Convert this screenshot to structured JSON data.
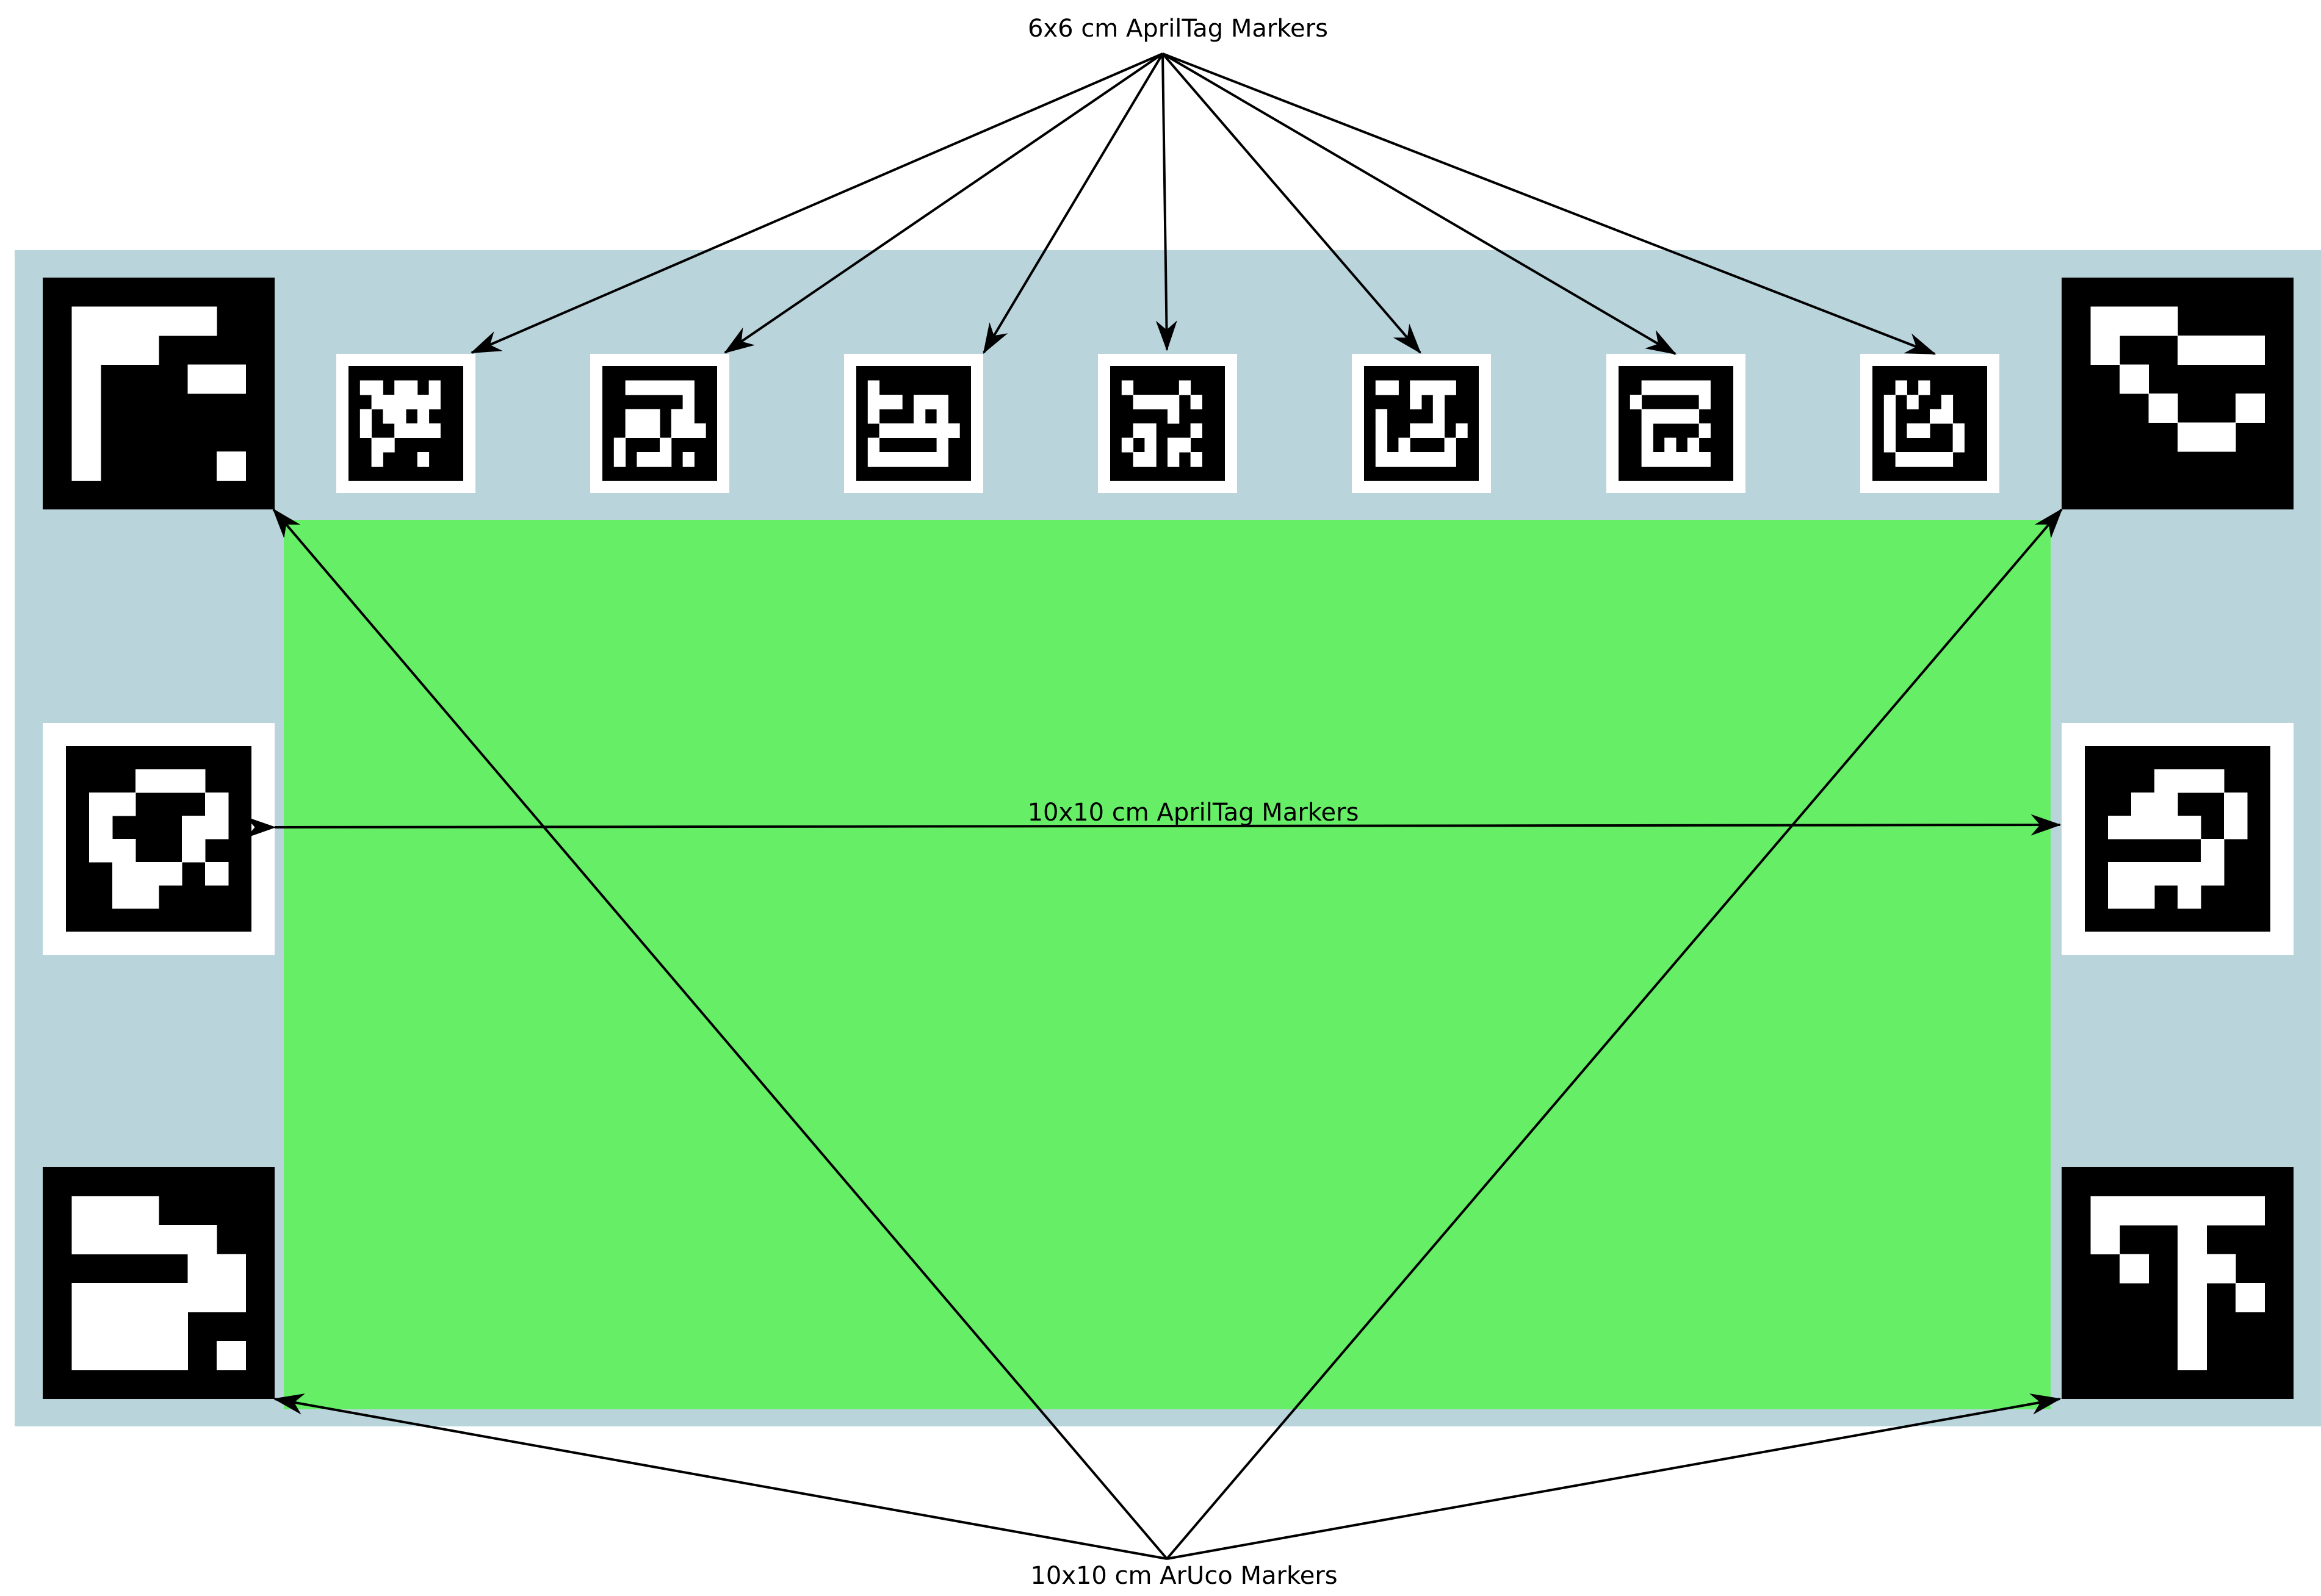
{
  "labels": {
    "top": "6x6 cm AprilTag Markers",
    "middle": "10x10 cm AprilTag Markers",
    "bottom": "10x10 cm ArUco Markers"
  },
  "colors": {
    "board": "#bad4dc",
    "field": "#66ee66",
    "marker_dark": "#000000",
    "marker_light": "#ffffff",
    "arrow": "#000000"
  },
  "markers": {
    "aruco": [
      {
        "id": "aruco-top-left",
        "grid": [
          "00000000",
          "01111100",
          "01110000",
          "01000110",
          "01000000",
          "01000000",
          "01000010",
          "00000000"
        ]
      },
      {
        "id": "aruco-top-right",
        "grid": [
          "00000000",
          "01110000",
          "01001110",
          "00100000",
          "00010010",
          "00001100",
          "00000000",
          "00000000"
        ]
      },
      {
        "id": "aruco-bottom-left",
        "grid": [
          "00000000",
          "01110000",
          "01111100",
          "00000110",
          "01111110",
          "01111000",
          "01111010",
          "00000000"
        ]
      },
      {
        "id": "aruco-bottom-right",
        "grid": [
          "00000000",
          "01111110",
          "01001000",
          "00101100",
          "00001010",
          "00001000",
          "00001000",
          "00000000"
        ]
      }
    ],
    "apriltag_large": [
      {
        "id": "apriltag-large-left",
        "grid": [
          "00000000",
          "00011100",
          "01100010",
          "01000110",
          "01100100",
          "00111010",
          "00110000",
          "00000000"
        ]
      },
      {
        "id": "apriltag-large-right",
        "grid": [
          "00000000",
          "00011100",
          "00110010",
          "01111010",
          "00000100",
          "01111100",
          "01101000",
          "00000000"
        ]
      }
    ],
    "apriltag_small": [
      {
        "id": "apriltag-small-1",
        "grid": [
          "0000000000",
          "0110110100",
          "0011111100",
          "0101101000",
          "0100111100",
          "0011000000",
          "0010001000",
          "0000000000"
        ]
      },
      {
        "id": "apriltag-small-2",
        "grid": [
          "0000000000",
          "0011111100",
          "0000000100",
          "0011101100",
          "0011101110",
          "0100010000",
          "0101110100",
          "0000000000"
        ]
      },
      {
        "id": "apriltag-small-3",
        "grid": [
          "0000000000",
          "0100000000",
          "0111011100",
          "0100010100",
          "0011111110",
          "0100000100",
          "0111111100",
          "0000000000"
        ]
      },
      {
        "id": "apriltag-small-4",
        "grid": [
          "0000000000",
          "0100001000",
          "0011110100",
          "0000010000",
          "0011000100",
          "0101011000",
          "0011010100",
          "0000000000"
        ]
      },
      {
        "id": "apriltag-small-5",
        "grid": [
          "0000000000",
          "0110111100",
          "0000101000",
          "0100001000",
          "0100111010",
          "0101000100",
          "0111111100",
          "0000000000"
        ]
      },
      {
        "id": "apriltag-small-6",
        "grid": [
          "0000000000",
          "0011111100",
          "0100000100",
          "0011111000",
          "0010000100",
          "0010101000",
          "0011111100",
          "0000000000"
        ]
      },
      {
        "id": "apriltag-small-7",
        "grid": [
          "0000000000",
          "0010100000",
          "0101001000",
          "0100011000",
          "0101100100",
          "0100000100",
          "0011111000",
          "0000000000"
        ]
      }
    ]
  }
}
